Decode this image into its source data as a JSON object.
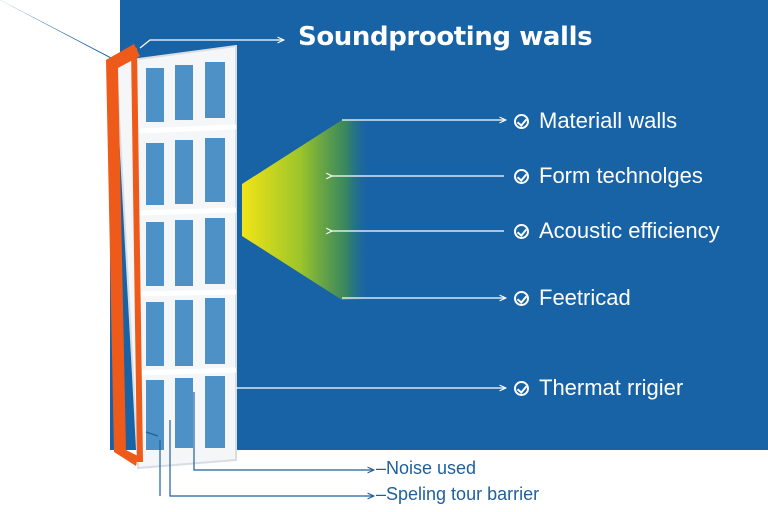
{
  "title": "Soundprooting walls",
  "features": [
    {
      "label": "Materiall walls",
      "icon": "check-circle-icon"
    },
    {
      "label": "Form technolges",
      "icon": "check-circle-icon"
    },
    {
      "label": "Acoustic efficiency",
      "icon": "check-circle-icon"
    },
    {
      "label": "Feetricad",
      "icon": "check-circle-icon"
    },
    {
      "label": "Thermat rrigier",
      "icon": "check-circle-icon"
    }
  ],
  "bottom_labels": [
    {
      "label": "–Noise used"
    },
    {
      "label": "–Speling tour barrier"
    }
  ],
  "colors": {
    "background": "#1862a6",
    "frame_accent": "#ee5a1a",
    "glass": "#4e91c7",
    "gradient_start": "#f2e416",
    "gradient_end": "#2d8a5a",
    "label_text": "#1e5f9e"
  }
}
